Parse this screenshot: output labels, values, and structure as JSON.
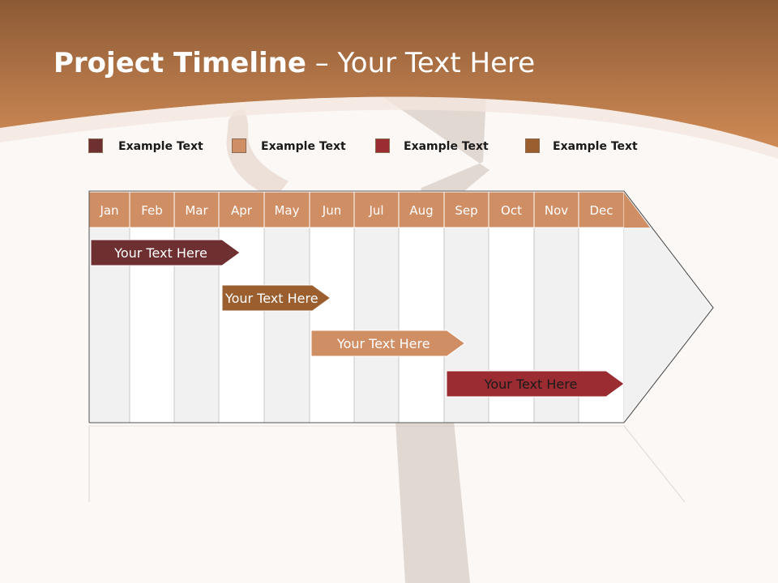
{
  "title": {
    "bold": "Project Timeline",
    "rest": " – Your Text Here"
  },
  "legend": [
    {
      "label": "Example Text",
      "color": "#6e2f30"
    },
    {
      "label": "Example Text",
      "color": "#d08e64"
    },
    {
      "label": "Example Text",
      "color": "#9a2c32"
    },
    {
      "label": "Example Text",
      "color": "#9b5e2f"
    }
  ],
  "months": [
    "Jan",
    "Feb",
    "Mar",
    "Apr",
    "May",
    "Jun",
    "Jul",
    "Aug",
    "Sep",
    "Oct",
    "Nov",
    "Dec"
  ],
  "bars": [
    {
      "label": "Your  Text Here",
      "start": "Jan",
      "end": "Apr",
      "color": "#6e2f30",
      "text_color": "#ffffff"
    },
    {
      "label": "Your  Text Here",
      "start": "Apr",
      "end": "Jun",
      "color": "#9b5e2f",
      "text_color": "#ffffff"
    },
    {
      "label": "Your  Text Here",
      "start": "Jun",
      "end": "Sep",
      "color": "#d08e64",
      "text_color": "#ffffff"
    },
    {
      "label": "Your  Text Here",
      "start": "Sep",
      "end": "Dec",
      "color": "#9a2c32",
      "text_color": "#1a1a1a"
    }
  ],
  "colors": {
    "header_band": "#c57e4e",
    "month_header": "#d08e64",
    "shade_column": "#f1f1f1"
  }
}
